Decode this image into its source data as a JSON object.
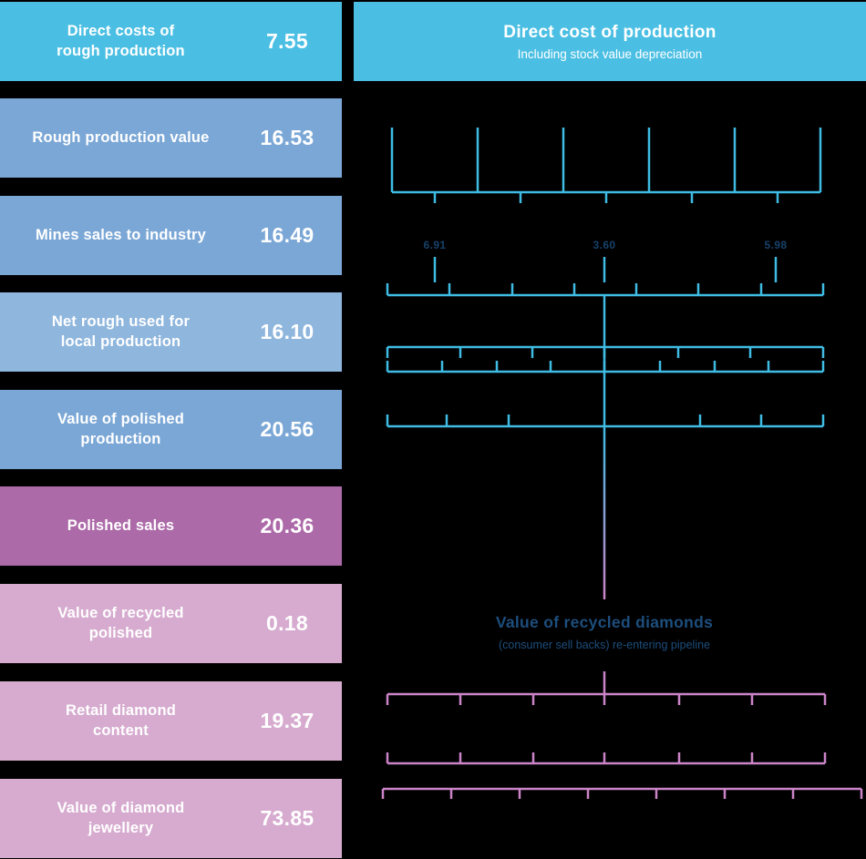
{
  "left_panel": {
    "rows": [
      {
        "label": "Direct costs of\nrough production",
        "value": "7.55",
        "color": "#4BBFE3"
      },
      {
        "label": "Rough production value",
        "value": "16.53",
        "color": "#7BA7D6"
      },
      {
        "label": "Mines sales to industry",
        "value": "16.49",
        "color": "#7BA7D6"
      },
      {
        "label": "Net rough used for\nlocal production",
        "value": "16.10",
        "color": "#8FB6DD"
      },
      {
        "label": "Value of polished\nproduction",
        "value": "20.56",
        "color": "#7BA7D6"
      },
      {
        "label": "Polished sales",
        "value": "20.36",
        "color": "#AC6AA8"
      },
      {
        "label": "Value of recycled\npolished",
        "value": "0.18",
        "color": "#D6ABCF"
      },
      {
        "label": "Retail diamond\ncontent",
        "value": "19.37",
        "color": "#D6ABCF"
      },
      {
        "label": "Value of diamond\njewellery",
        "value": "73.85",
        "color": "#D6ABCF"
      }
    ]
  },
  "right_panel": {
    "header": {
      "title": "Direct cost of production",
      "subtitle": "Including stock value depreciation",
      "color": "#4BBFE3"
    },
    "segment_values": [
      "6.91",
      "3.60",
      "5.98"
    ],
    "recycled_note": {
      "title": "Value of recycled diamonds",
      "subtitle": "(consumer sell backs) re-entering pipeline"
    }
  },
  "colors": {
    "cyan_line": "#3FBCE4",
    "pink_line": "#CC84C9",
    "navy_heading": "#1D4E7D",
    "navy_numbers": "#17426B"
  }
}
